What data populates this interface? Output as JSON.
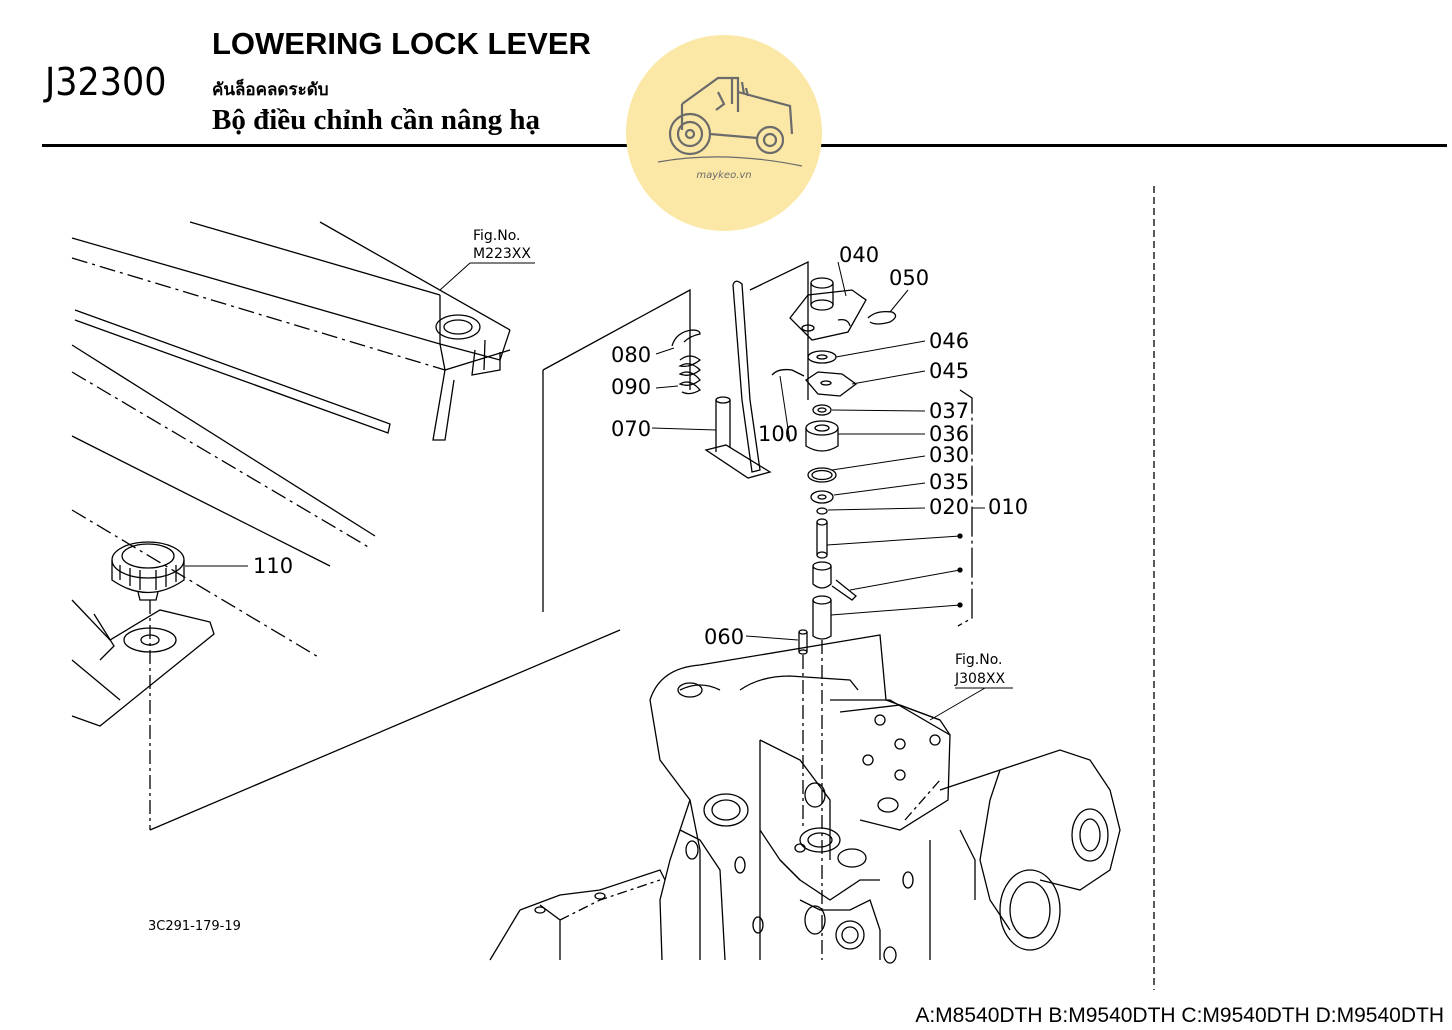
{
  "header": {
    "code": "J32300",
    "title_en": "LOWERING LOCK LEVER",
    "title_th": "คันล็อคลดระดับ",
    "title_vi": "Bộ điều chỉnh cần nâng hạ"
  },
  "watermark": {
    "text": "maykeo.vn",
    "color": "#fbe8a6"
  },
  "figure_refs": [
    {
      "label": "Fig.No.",
      "code": "M223XX"
    },
    {
      "label": "Fig.No.",
      "code": "J308XX"
    }
  ],
  "callouts": [
    "040",
    "050",
    "046",
    "045",
    "037",
    "036",
    "030",
    "035",
    "020",
    "010",
    "080",
    "090",
    "070",
    "100",
    "110",
    "060"
  ],
  "drawing_id": "3C291-179-19",
  "footer": {
    "models": "A:M8540DTH B:M9540DTH C:M9540DTH D:M9540DTH"
  }
}
